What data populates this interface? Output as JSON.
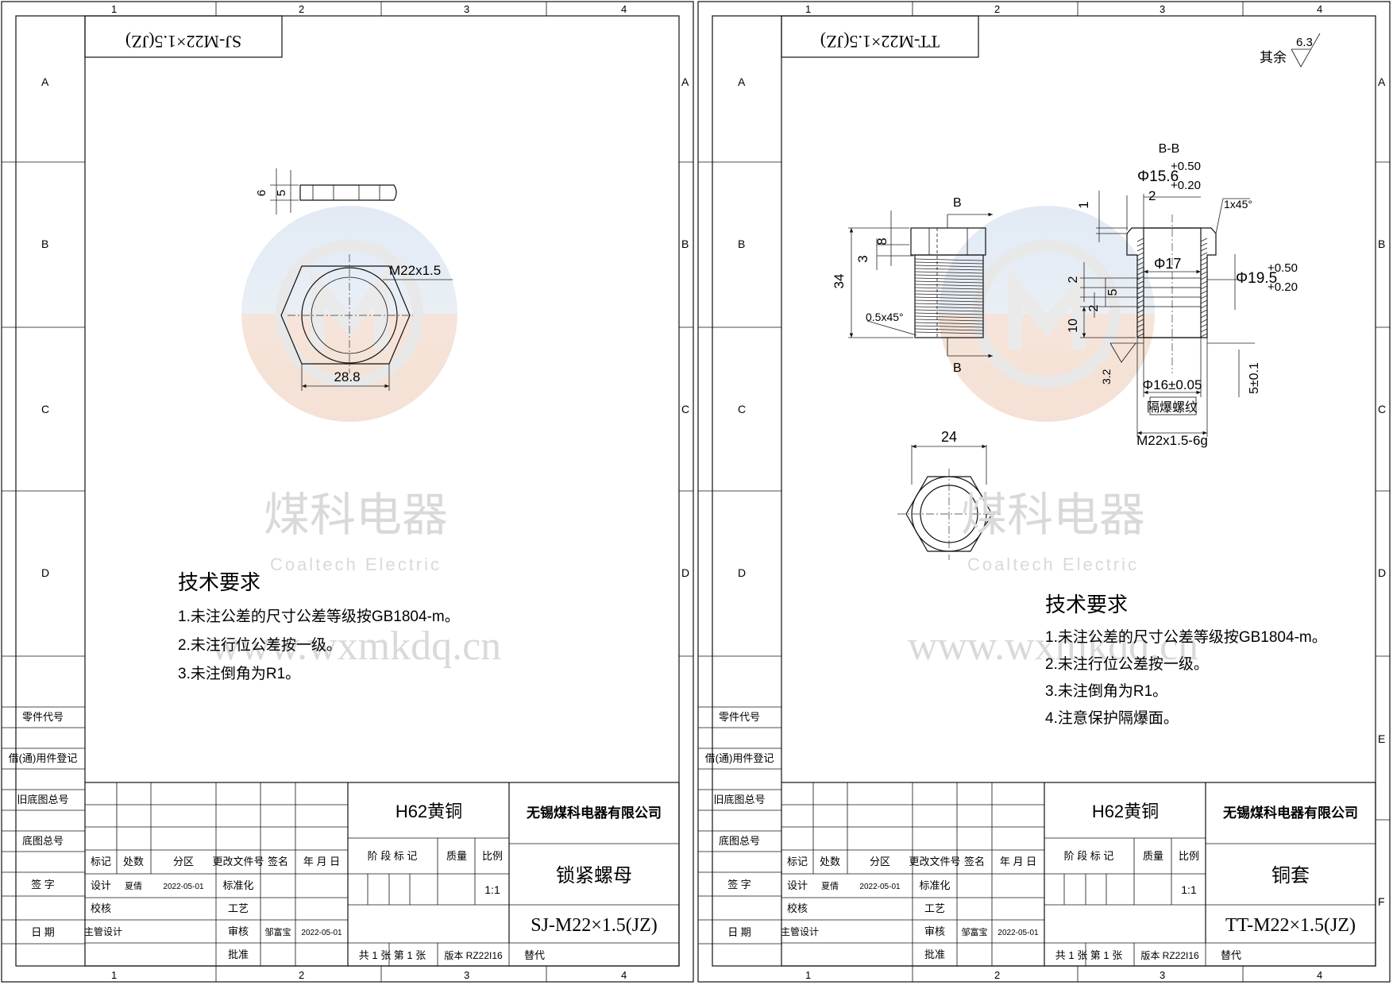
{
  "watermark": {
    "brand_cn": "煤科电器",
    "brand_en": "Coaltech Electric",
    "url": "www.wxmkdq.cn"
  },
  "border": {
    "columns": [
      "1",
      "2",
      "3",
      "4"
    ],
    "rows_left": [
      "A",
      "B",
      "C",
      "D"
    ],
    "rows_right": [
      "A",
      "B",
      "C",
      "D",
      "E",
      "F"
    ]
  },
  "side_labels": [
    "零件代号",
    "借(通)用件登记",
    "旧底图总号",
    "底图总号",
    "签 字",
    "日 期"
  ],
  "sheets": [
    {
      "id": "left",
      "code_box": "SJ-M22×1.5(JZ)",
      "dims": {
        "d6": "6",
        "d5": "5",
        "thread": "M22x1.5",
        "across": "28.8"
      },
      "tech": {
        "title": "技术要求",
        "items": [
          "1.未注公差的尺寸公差等级按GB1804-m。",
          "2.未注行位公差按一级。",
          "3.未注倒角为R1。"
        ]
      },
      "title_block": {
        "headers": [
          "标记",
          "处数",
          "分区",
          "更改文件号",
          "签名",
          "年 月 日"
        ],
        "roles": [
          "设计",
          "校核",
          "主管设计"
        ],
        "designer": "夏倩",
        "design_date": "2022-05-01",
        "roles2": [
          "标准化",
          "工艺",
          "审核",
          "批准"
        ],
        "reviewer": "邹富宝",
        "review_date": "2022-05-01",
        "material": "H62黄铜",
        "company": "无锡煤科电器有限公司",
        "stage_label": "阶 段 标 记",
        "mass_label": "质量",
        "scale_label": "比例",
        "scale": "1:1",
        "part_name": "锁紧螺母",
        "drawing_no": "SJ-M22×1.5(JZ)",
        "sheets_info": "共 1 张  第 1 张",
        "version": "版本 RZ22I16",
        "replace": "替代"
      }
    },
    {
      "id": "right",
      "code_box": "TT-M22×1.5(JZ)",
      "roughness": {
        "label": "其余",
        "value": "6.3"
      },
      "dims": {
        "section": "B-B",
        "d156": "Φ15.6",
        "tol_up1": "+0.50",
        "tol_dn1": "+0.20",
        "d2a": "2",
        "d1": "1",
        "chamfer1": "1x45°",
        "b": "B",
        "d8": "8",
        "d3": "3",
        "d34": "34",
        "chamfer2": "0.5x45°",
        "d17": "Φ17",
        "d2b": "2",
        "d5": "5",
        "d2c": "2",
        "d10": "10",
        "d195": "Φ19.5",
        "tol_up2": "+0.50",
        "tol_dn2": "+0.20",
        "d16": "Φ16±0.05",
        "r32": "3.2",
        "d5tol": "5±0.1",
        "flame": "隔爆螺纹",
        "thread": "M22x1.5-6g",
        "d24": "24"
      },
      "tech": {
        "title": "技术要求",
        "items": [
          "1.未注公差的尺寸公差等级按GB1804-m。",
          "2.未注行位公差按一级。",
          "3.未注倒角为R1。",
          "4.注意保护隔爆面。"
        ]
      },
      "title_block": {
        "headers": [
          "标记",
          "处数",
          "分区",
          "更改文件号",
          "签名",
          "年 月 日"
        ],
        "roles": [
          "设计",
          "校核",
          "主管设计"
        ],
        "designer": "夏倩",
        "design_date": "2022-05-01",
        "roles2": [
          "标准化",
          "工艺",
          "审核",
          "批准"
        ],
        "reviewer": "邹富宝",
        "review_date": "2022-05-01",
        "material": "H62黄铜",
        "company": "无锡煤科电器有限公司",
        "stage_label": "阶 段 标 记",
        "mass_label": "质量",
        "scale_label": "比例",
        "scale": "1:1",
        "part_name": "铜套",
        "drawing_no": "TT-M22×1.5(JZ)",
        "sheets_info": "共 1 张  第 1 张",
        "version": "版本 RZ22I16",
        "replace": "替代"
      }
    }
  ]
}
